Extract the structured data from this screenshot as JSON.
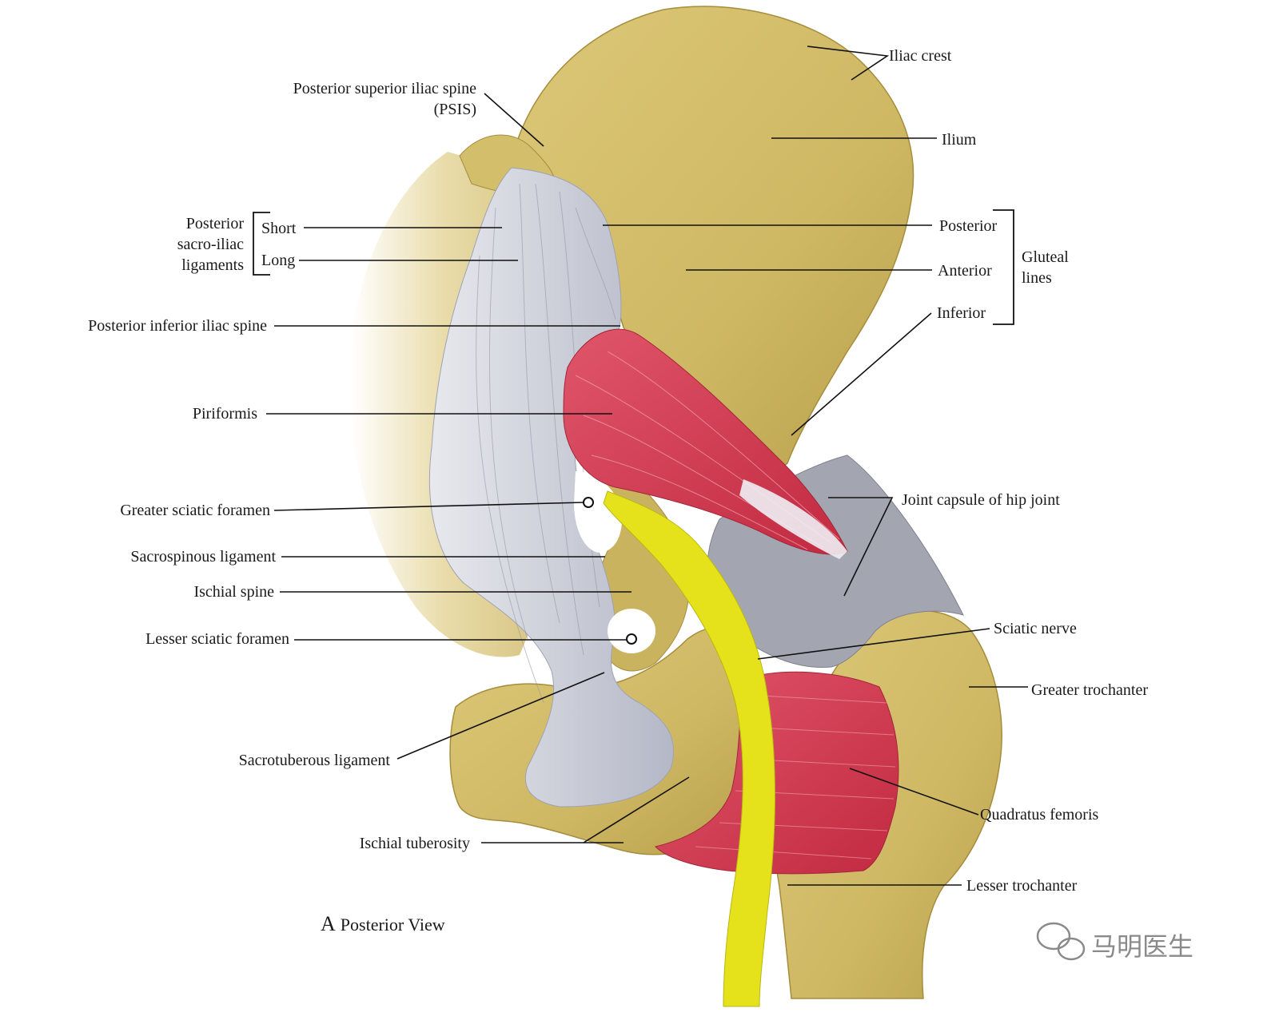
{
  "labels": {
    "iliac_crest": "Iliac crest",
    "psis_line1": "Posterior superior iliac spine",
    "psis_line2": "(PSIS)",
    "ilium": "Ilium",
    "psil_line1": "Posterior",
    "psil_line2": "sacro-iliac",
    "psil_line3": "ligaments",
    "short": "Short",
    "long": "Long",
    "posterior": "Posterior",
    "anterior": "Anterior",
    "inferior": "Inferior",
    "gluteal_line1": "Gluteal",
    "gluteal_line2": "lines",
    "pii_spine": "Posterior inferior iliac spine",
    "piriformis": "Piriformis",
    "greater_sciatic_foramen": "Greater sciatic foramen",
    "joint_capsule": "Joint capsule of hip joint",
    "sacrospinous": "Sacrospinous ligament",
    "ischial_spine": "Ischial spine",
    "lesser_sciatic_foramen": "Lesser sciatic foramen",
    "sciatic_nerve": "Sciatic nerve",
    "greater_trochanter": "Greater trochanter",
    "sacrotuberous": "Sacrotuberous ligament",
    "quadratus_femoris": "Quadratus femoris",
    "ischial_tuberosity": "Ischial tuberosity",
    "lesser_trochanter": "Lesser trochanter"
  },
  "caption": {
    "letter": "A",
    "text": "Posterior View"
  },
  "watermark": {
    "text": "马明医生",
    "icon": "wechat-icon"
  },
  "colors": {
    "bone": "#d2bd6a",
    "bone_dark": "#b69c45",
    "ligament": "#c6cad6",
    "muscle": "#d2394e",
    "nerve": "#e5e21b",
    "capsule": "#9a9ca8"
  }
}
